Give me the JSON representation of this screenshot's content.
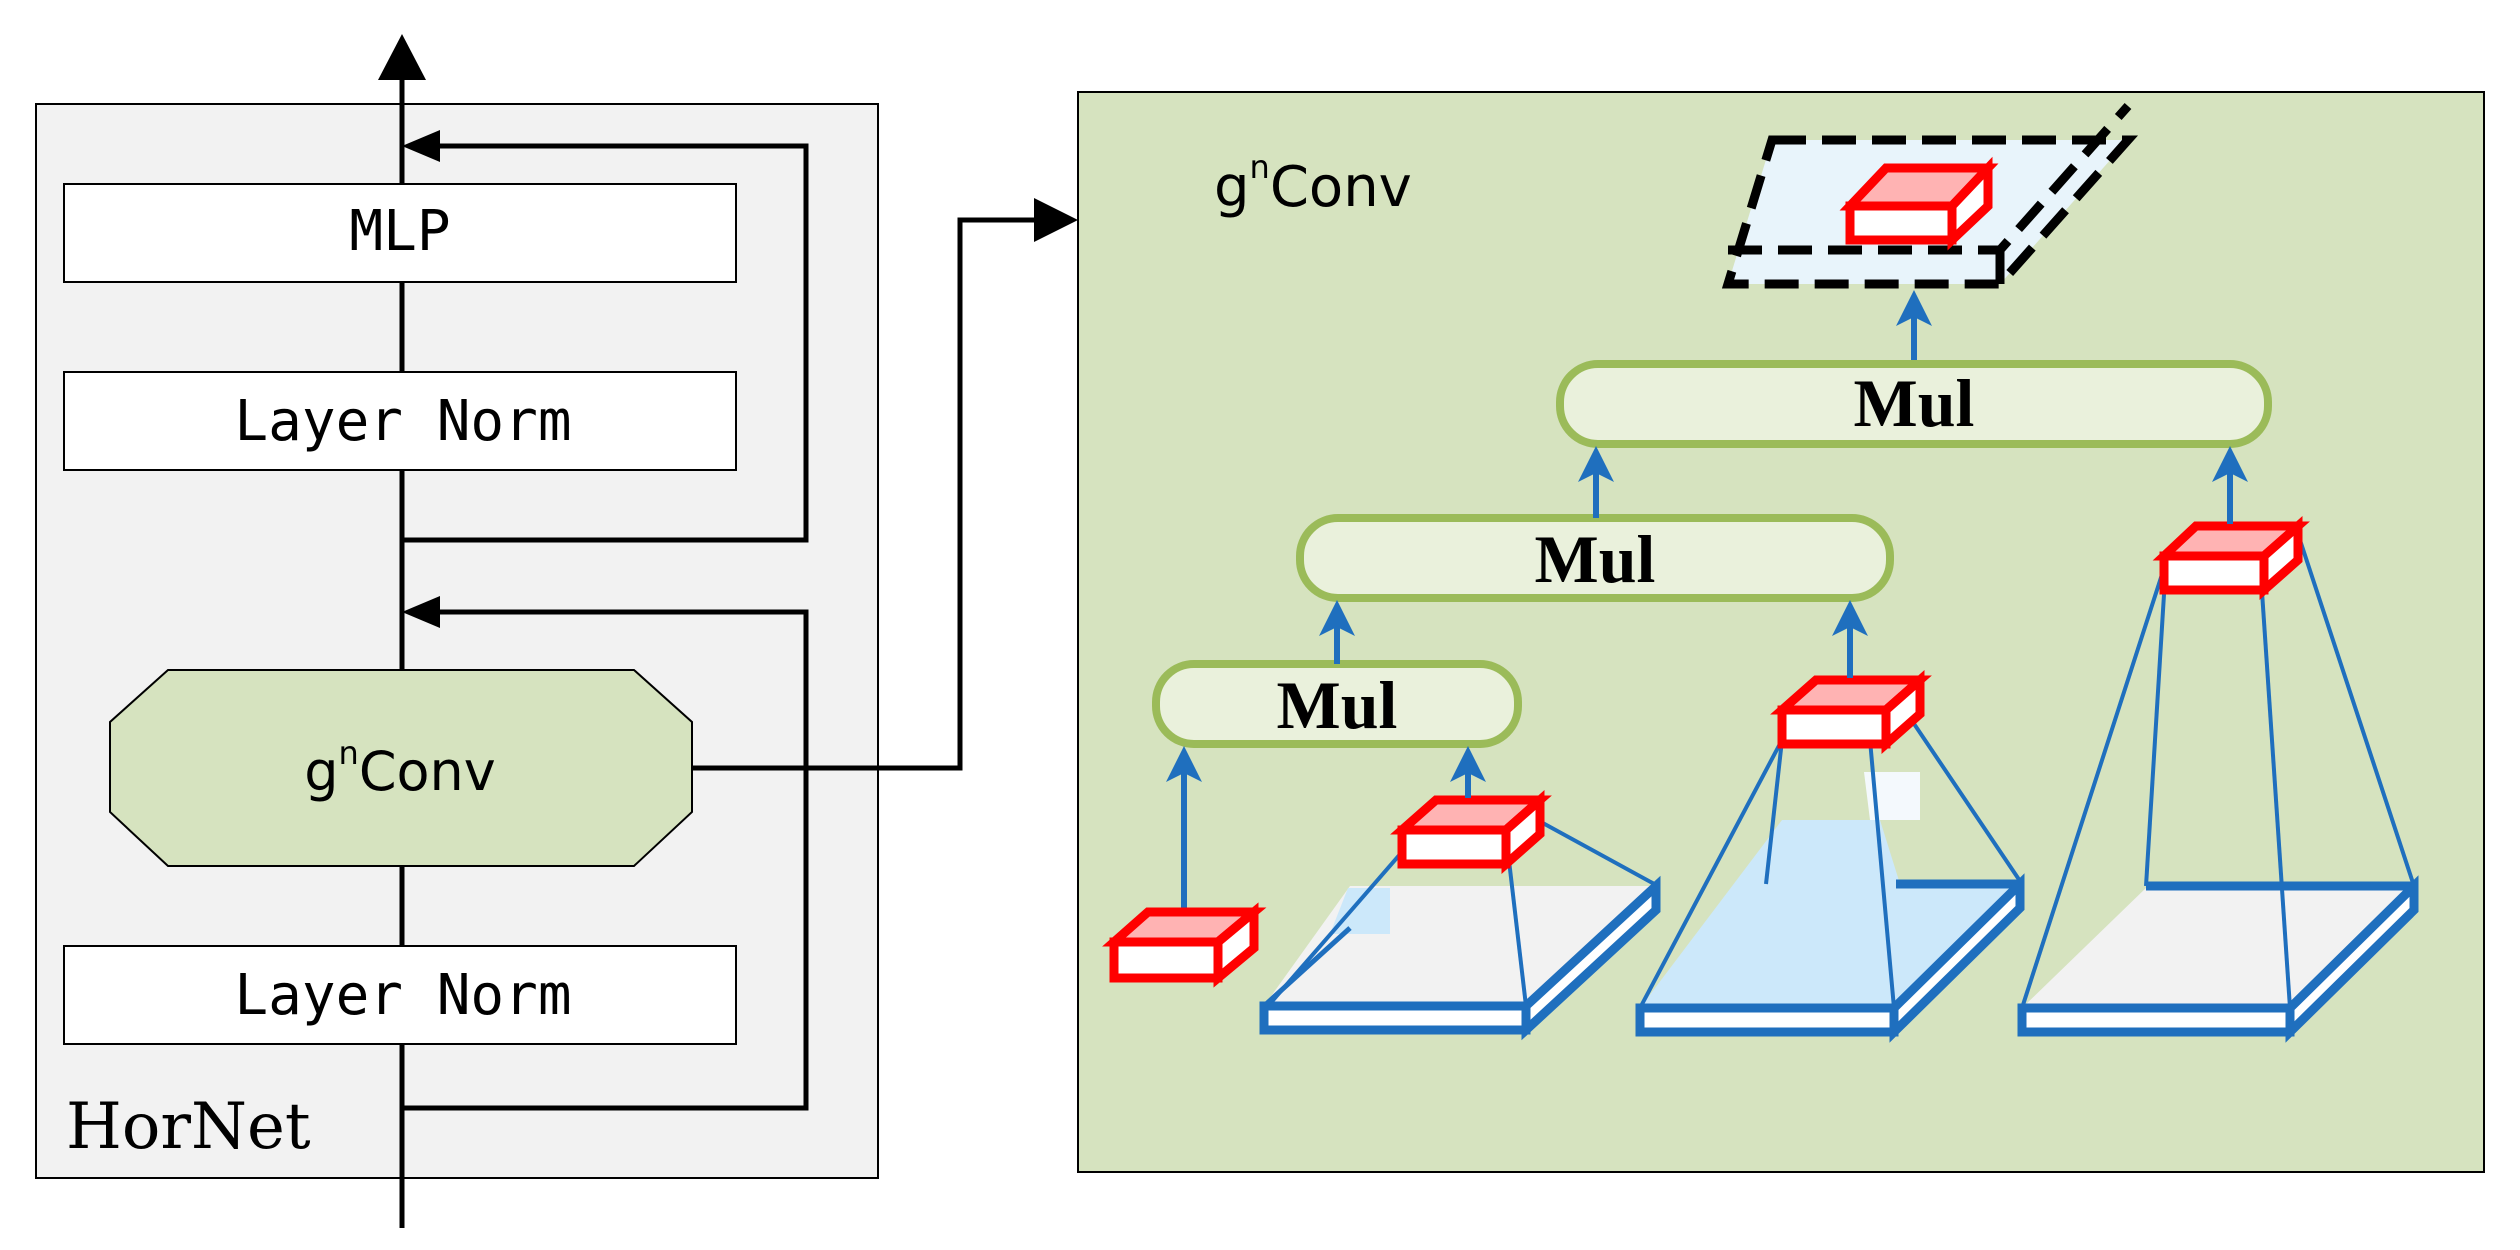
{
  "hornet": {
    "label": "HorNet",
    "blocks": {
      "mlp": "MLP",
      "norm_top": "Layer Norm",
      "norm_bottom": "Layer Norm",
      "gnconv_base": "g",
      "gnconv_sup": "n",
      "gnconv_rest": "Conv"
    }
  },
  "gnconv_panel": {
    "title_base": "g",
    "title_sup": "n",
    "title_rest": "Conv",
    "mul_labels": [
      "Mul",
      "Mul",
      "Mul"
    ]
  },
  "colors": {
    "hornet_bg": "#f2f2f2",
    "panel_bg": "#d6e3bf",
    "mul_fill": "#eaf1dc",
    "mul_stroke": "#9bbb59",
    "arrow_blue": "#1f6fbe",
    "red": "#ff0000",
    "black": "#000000"
  }
}
